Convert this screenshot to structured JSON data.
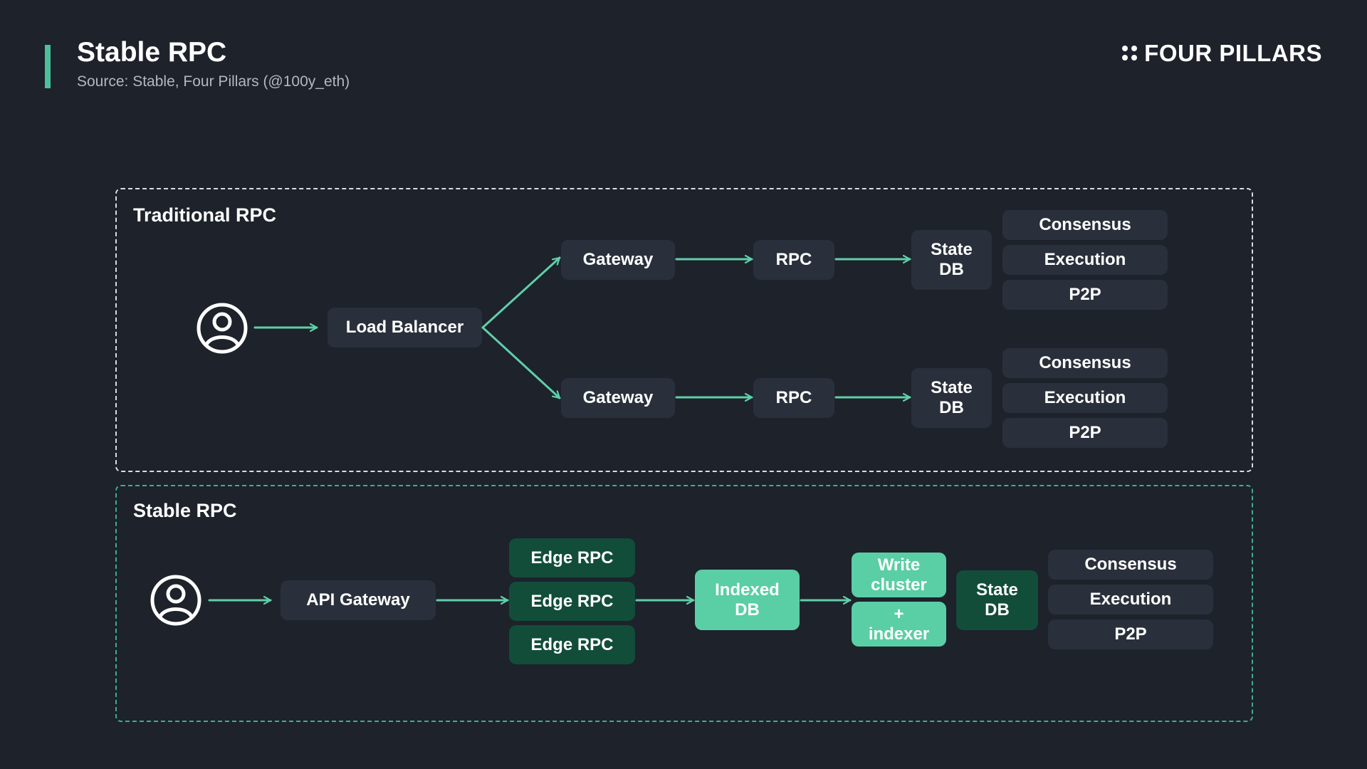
{
  "header": {
    "title": "Stable RPC",
    "subtitle": "Source: Stable, Four Pillars (@100y_eth)",
    "brand": "FOUR PILLARS"
  },
  "traditional": {
    "label": "Traditional RPC",
    "load_balancer": "Load Balancer",
    "paths": [
      {
        "gateway": "Gateway",
        "rpc": "RPC",
        "state_db": "State\nDB",
        "layers": [
          "Consensus",
          "Execution",
          "P2P"
        ]
      },
      {
        "gateway": "Gateway",
        "rpc": "RPC",
        "state_db": "State\nDB",
        "layers": [
          "Consensus",
          "Execution",
          "P2P"
        ]
      }
    ]
  },
  "stable": {
    "label": "Stable RPC",
    "api_gateway": "API Gateway",
    "edge_rpcs": [
      "Edge RPC",
      "Edge RPC",
      "Edge RPC"
    ],
    "indexed_db": "Indexed\nDB",
    "write_cluster": "Write\ncluster",
    "indexer": "+\nindexer",
    "state_db": "State\nDB",
    "layers": [
      "Consensus",
      "Execution",
      "P2P"
    ]
  },
  "colors": {
    "background": "#1d222b",
    "accent": "#4cc09a",
    "node_grey": "#2a303b",
    "node_dark_green": "#124d3a",
    "node_bright_green": "#5acea5"
  },
  "icons": [
    "user-icon",
    "four-pillars-logo-icon"
  ]
}
